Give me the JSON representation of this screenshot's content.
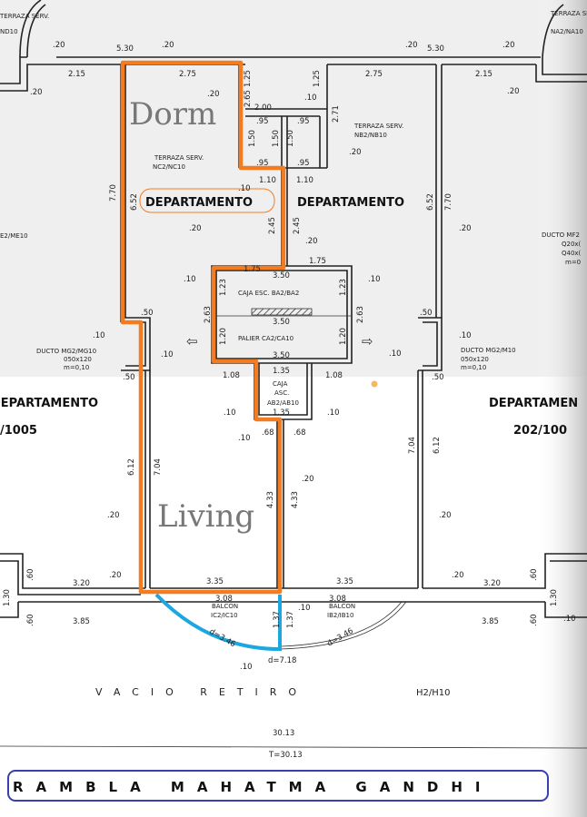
{
  "plan": {
    "room_labels": {
      "dorm": "Dorm",
      "living": "Living"
    },
    "units": {
      "center_left": "DEPARTAMENTO",
      "center_right": "DEPARTAMENTO",
      "far_left": "DEPARTAMENTO",
      "far_left_number": "/1005",
      "far_right": "DEPARTAMEN",
      "far_right_number": "202/100"
    },
    "areas": {
      "terraza_left": "TERRAZA SERV.",
      "terraza_left_code": "NC2/NC10",
      "terraza_right": "TERRAZA SERV.",
      "terraza_right_code": "NB2/NB10",
      "terraza_top_left": "TERRAZA SERV.",
      "terraza_top_left_code": "ND10",
      "terraza_top_right": "TERRAZA SERV.",
      "terraza_top_right_code": "NA2/NA10",
      "caja_esc": "CAJA ESC. BA2/BA2",
      "palier": "PALIER   CA2/CA10",
      "caja_asc_1": "CAJA",
      "caja_asc_2": "ASC.",
      "caja_asc_3": "AB2/AB10",
      "ducto_left_1": "DUCTO MG2/MG10",
      "ducto_left_2": "050x120",
      "ducto_left_3": "m=0,10",
      "ducto_right_1": "DUCTO MG2/M10",
      "ducto_right_2": "050x120",
      "ducto_right_3": "m=0,10",
      "ducto_far_right_1": "DUCTO MF2",
      "ducto_far_right_2": "Q20x(",
      "ducto_far_right_3": "Q40x(",
      "ducto_far_right_4": "m=0",
      "far_left_code": "E2/ME10",
      "balcon_left": "BALCON",
      "balcon_left_code": "IC2/IC10",
      "balcon_right": "BALCON",
      "balcon_right_code": "IB2/IB10",
      "vacio_retiro": "VACIO   RETIRO",
      "h_code": "H2/H10"
    },
    "dimensions": {
      "top_530_l": "5.30",
      "top_530_r": "5.30",
      "top_20_a": ".20",
      "top_20_b": ".20",
      "top_20_c": ".20",
      "top_20_d": ".20",
      "d215_l": "2.15",
      "d275_l": "2.75",
      "d275_r": "2.75",
      "d215_r": "2.15",
      "d125_l": "1.25",
      "d125_r": "1.25",
      "d265": "2.65",
      "d271": "2.71",
      "d200": "2.00",
      "d95_a": ".95",
      "d95_b": ".95",
      "d95_c": ".95",
      "d95_d": ".95",
      "d150_a": "1.50",
      "d150_b": "1.50",
      "d150_c": "1.50",
      "d110_l": "1.10",
      "d110_r": "1.10",
      "d10_a": ".10",
      "d10_b": ".10",
      "d770_l": "7.70",
      "d652_l": "6.52",
      "d652_r": "6.52",
      "d770_r": "7.70",
      "d245_l": "2.45",
      "d245_r": "2.45",
      "d20_a": ".20",
      "d20_b": ".20",
      "d20_c": ".20",
      "d20_d": ".20",
      "d175_l": "1.75",
      "d175_r": "1.75",
      "d350_a": "3.50",
      "d350_b": "3.50",
      "d350_c": "3.50",
      "d123_l": "1.23",
      "d123_r": "1.23",
      "d263_l": "2.63",
      "d263_r": "2.63",
      "d120_l": "1.20",
      "d120_r": "1.20",
      "d10_c": ".10",
      "d10_d": ".10",
      "d10_e": ".10",
      "d10_f": ".10",
      "d10_g": ".10",
      "d10_h": ".10",
      "d50_a": ".50",
      "d50_b": ".50",
      "d50_c": ".50",
      "d50_d": ".50",
      "d108_l": "1.08",
      "d108_r": "1.08",
      "d135_a": "1.35",
      "d135_b": "1.35",
      "d10_i": ".10",
      "d10_j": ".10",
      "d10_k": ".10",
      "d68_l": ".68",
      "d68_r": ".68",
      "d612_l": "6.12",
      "d704_l": "7.04",
      "d433_l": "4.33",
      "d433_r": "4.33",
      "d704_r": "7.04",
      "d612_r": "6.12",
      "d20_e": ".20",
      "d20_f": ".20",
      "d20_g": ".20",
      "d20_h": ".20",
      "d20_i": ".20",
      "d20_j": ".20",
      "d320_l": "3.20",
      "d320_r": "3.20",
      "d335_l": "3.35",
      "d335_r": "3.35",
      "d385_l": "3.85",
      "d385_r": "3.85",
      "d308_l": "3.08",
      "d308_r": "3.08",
      "d137_l": "1.37",
      "d137_r": "1.37",
      "d346_l": "d=3.46",
      "d346_r": "d=3.46",
      "d718": "d=7.18",
      "d10_l": ".10",
      "d10_m": ".10",
      "d10_n": ".10",
      "d130_l": "1.30",
      "d130_r": "1.30",
      "d60_a": ".60",
      "d60_b": ".60",
      "d60_c": ".60",
      "d60_d": ".60",
      "total": "30.13",
      "total_t": "T=30.13"
    },
    "street": "RAMBLA   MAHATMA   GANDHI",
    "colors": {
      "dorm_outline": "#f47c20",
      "balcony_outline": "#1ba7e0",
      "street_box": "#3a3fb0",
      "highlight_oval": "#f47c20"
    }
  }
}
